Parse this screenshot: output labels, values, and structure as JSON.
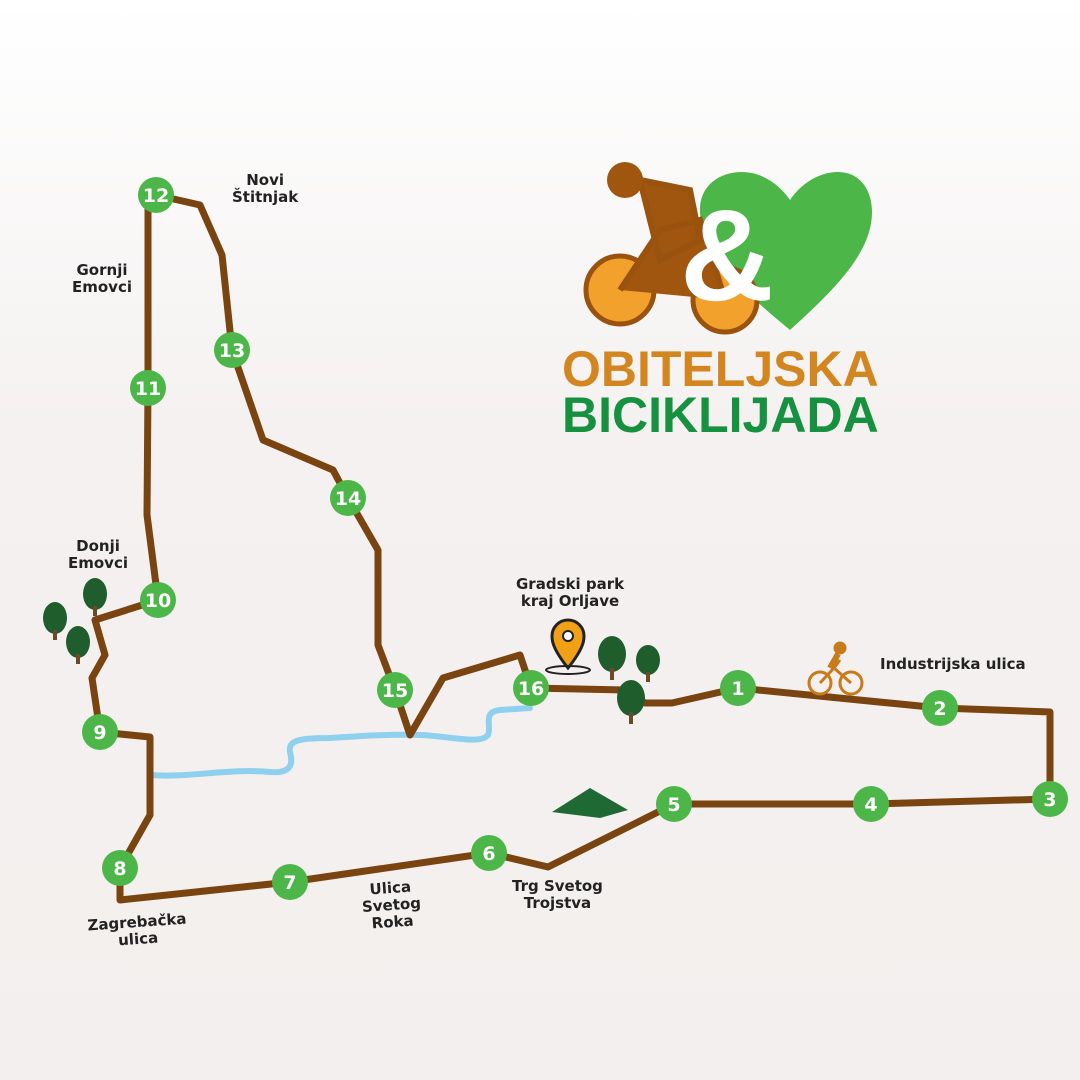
{
  "logo": {
    "line1": "OBITELJSKA",
    "line2": "BICIKLIJADA",
    "ampersand": "&"
  },
  "colors": {
    "route": "#7a4410",
    "marker": "#4cb748",
    "river": "#8fd0ee",
    "tree": "#1f5e2c",
    "logo_orange": "#d3861f",
    "logo_green": "#16913f",
    "pin": "#f2a116"
  },
  "markers": [
    "1",
    "2",
    "3",
    "4",
    "5",
    "6",
    "7",
    "8",
    "9",
    "10",
    "11",
    "12",
    "13",
    "14",
    "15",
    "16"
  ],
  "places": {
    "novi_stitnjak": "Novi\nŠtitnjak",
    "gornji_emovci": "Gornji\nEmovci",
    "donji_emovci": "Donji\nEmovci",
    "gradski_park": "Gradski park\nkraj Orljave",
    "industrijska": "Industrijska ulica",
    "zagrebacka": "Zagrebačka\nulica",
    "svetog_roka": "Ulica\nSvetog\nRoka",
    "trg": "Trg Svetog\nTrojstva"
  },
  "icons": [
    "location-pin-icon",
    "cyclist-icon",
    "tree-icon",
    "tent-icon",
    "heart-icon"
  ]
}
